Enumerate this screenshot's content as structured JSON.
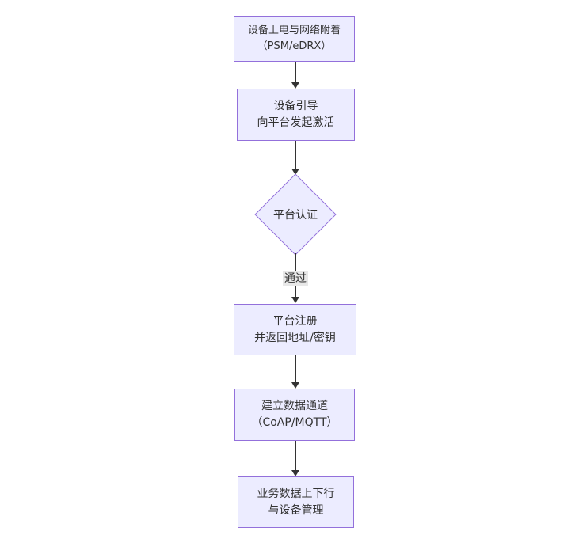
{
  "diagram": {
    "type": "flowchart",
    "direction": "top-down",
    "colors": {
      "background": "#ffffff",
      "node_fill": "#ECECFF",
      "node_border": "#9370DB",
      "edge_color": "#333333",
      "text_color": "#333333",
      "edge_label_bg": "#e8e8e8"
    },
    "nodes": [
      {
        "id": "A",
        "shape": "rect",
        "lines": [
          "设备上电与网络附着",
          "（PSM/eDRX）"
        ]
      },
      {
        "id": "B",
        "shape": "rect",
        "lines": [
          "设备引导",
          "向平台发起激活"
        ]
      },
      {
        "id": "C",
        "shape": "diamond",
        "lines": [
          "平台认证"
        ]
      },
      {
        "id": "D",
        "shape": "rect",
        "lines": [
          "平台注册",
          "并返回地址/密钥"
        ]
      },
      {
        "id": "E",
        "shape": "rect",
        "lines": [
          "建立数据通道",
          "（CoAP/MQTT）"
        ]
      },
      {
        "id": "F",
        "shape": "rect",
        "lines": [
          "业务数据上下行",
          "与设备管理"
        ]
      }
    ],
    "edges": [
      {
        "from": "A",
        "to": "B",
        "label": ""
      },
      {
        "from": "B",
        "to": "C",
        "label": ""
      },
      {
        "from": "C",
        "to": "D",
        "label": "通过"
      },
      {
        "from": "D",
        "to": "E",
        "label": ""
      },
      {
        "from": "E",
        "to": "F",
        "label": ""
      }
    ]
  }
}
